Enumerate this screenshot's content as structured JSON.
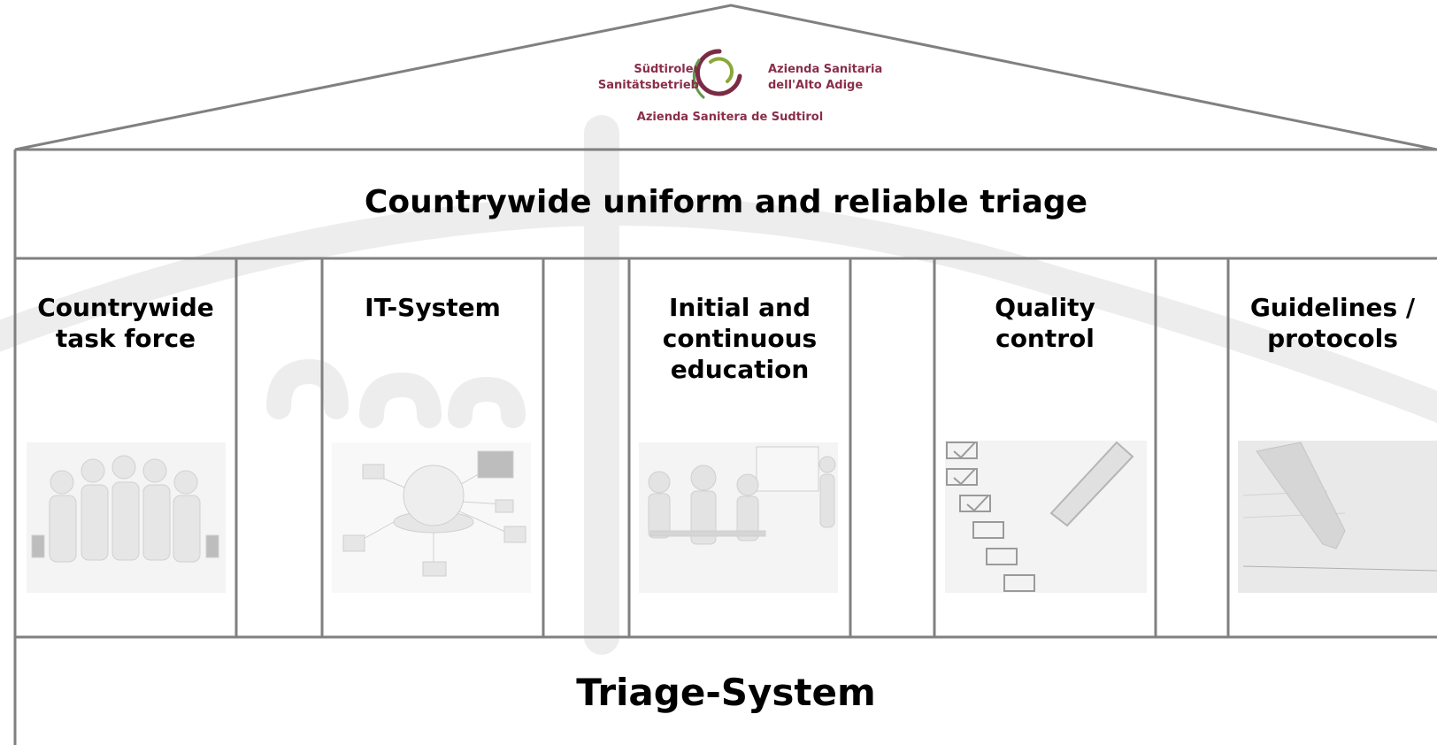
{
  "logo": {
    "left_lines": [
      "Südtiroler",
      "Sanitätsbetrieb"
    ],
    "right_lines": [
      "Azienda Sanitaria",
      "dell'Alto Adige"
    ],
    "bottom_line": "Azienda Sanitera de Sudtirol",
    "colors": {
      "arc_dark": "#7b2a45",
      "arc_green": "#8aa73a",
      "text": "#8a2e4a"
    }
  },
  "roof": {
    "title": "Countrywide uniform and reliable triage"
  },
  "pillars": [
    {
      "label": "Countrywide\ntask force",
      "icon": "people-teamwork-icon"
    },
    {
      "label": "IT-System",
      "icon": "network-globe-icon"
    },
    {
      "label": "Initial and\ncontinuous\neducation",
      "icon": "classroom-icon"
    },
    {
      "label": "Quality\ncontrol",
      "icon": "checklist-pen-icon"
    },
    {
      "label": "Guidelines /\nprotocols",
      "icon": "pen-document-icon"
    }
  ],
  "base": {
    "title": "Triage-System"
  },
  "colors": {
    "frame": "#808080",
    "watermark": "#ececec"
  }
}
